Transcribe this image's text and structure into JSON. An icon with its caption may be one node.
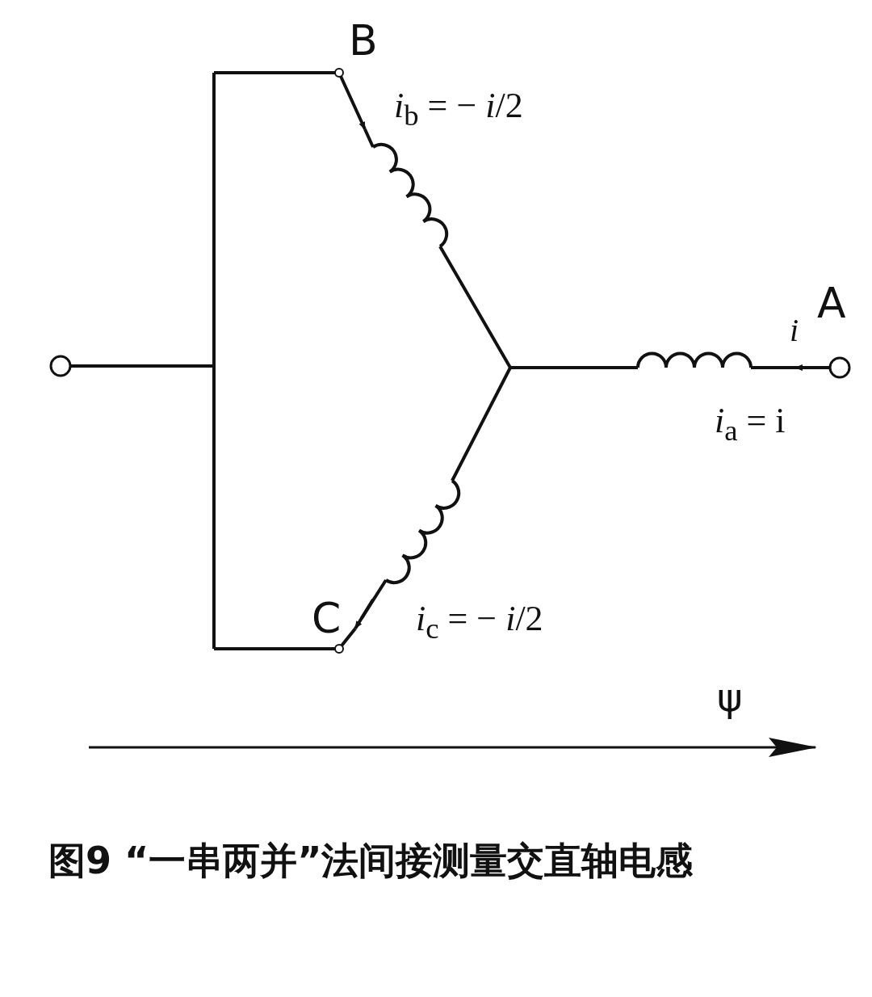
{
  "diagram": {
    "caption": "图9 “一串两并”法间接测量交直轴电感",
    "labels": [
      "B",
      "*i*$_{b}$ = − *i*/2",
      "A",
      "*i*",
      "*i*$_{a}$ = i",
      "C",
      "*i*$_{c}$ = − *i*/2",
      "ψ"
    ]
  }
}
